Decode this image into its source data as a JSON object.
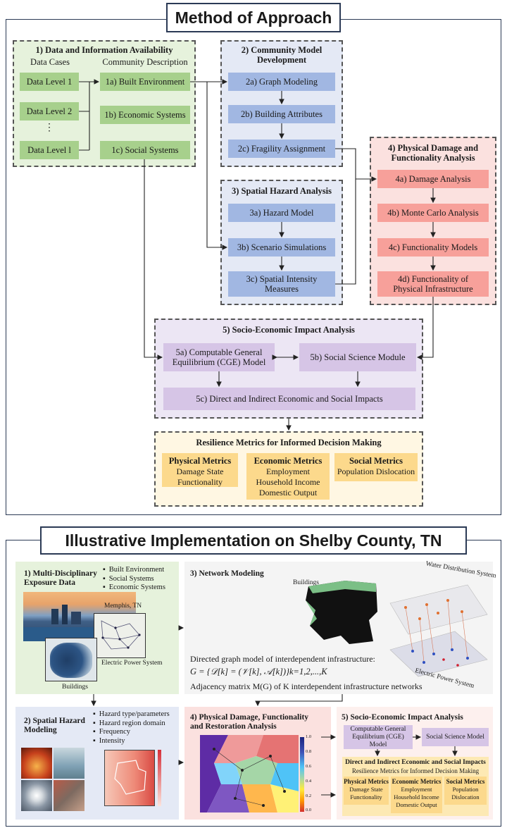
{
  "top": {
    "title": "Method of Approach",
    "sec1": {
      "title": "1) Data and Information Availability",
      "col1_header": "Data Cases",
      "col2_header": "Community Description",
      "levels": [
        "Data Level 1",
        "Data Level 2",
        "⋮",
        "Data Level l"
      ],
      "descriptions": [
        "1a) Built Environment",
        "1b) Economic Systems",
        "1c) Social Systems"
      ]
    },
    "sec2": {
      "title_line1": "2) Community Model",
      "title_line2": "Development",
      "steps": [
        "2a) Graph Modeling",
        "2b) Building Attributes",
        "2c) Fragility Assignment"
      ]
    },
    "sec3": {
      "title": "3) Spatial Hazard Analysis",
      "steps": [
        "3a) Hazard Model",
        "3b) Scenario Simulations"
      ],
      "step3_line1": "3c) Spatial Intensity",
      "step3_line2": "Measures"
    },
    "sec4": {
      "title_line1": "4) Physical Damage and",
      "title_line2": "Functionality Analysis",
      "steps": [
        "4a) Damage Analysis",
        "4b) Monte Carlo Analysis",
        "4c) Functionality Models"
      ],
      "step4_line1": "4d) Functionality of",
      "step4_line2": "Physical Infrastructure"
    },
    "sec5": {
      "title": "5) Socio-Economic Impact Analysis",
      "cge_line1": "5a) Computable General",
      "cge_line2": "Equilibrium (CGE) Model",
      "social": "5b) Social Science Module",
      "impacts": "5c) Direct and Indirect Economic and Social Impacts"
    },
    "metrics": {
      "title": "Resilience Metrics for Informed Decision Making",
      "physical": {
        "heading": "Physical Metrics",
        "items": [
          "Damage State",
          "Functionality"
        ]
      },
      "economic": {
        "heading": "Economic Metrics",
        "items": [
          "Employment",
          "Household Income",
          "Domestic Output"
        ]
      },
      "social": {
        "heading": "Social Metrics",
        "items": [
          "Population Dislocation"
        ]
      }
    }
  },
  "bottom": {
    "title": "Illustrative Implementation on Shelby County, TN",
    "p1": {
      "title_line1": "1) Multi-Disciplinary",
      "title_line2": "Exposure Data",
      "bullets": [
        "Built Environment",
        "Social Systems",
        "Economic Systems"
      ],
      "img_labels": [
        "Memphis, TN",
        "Electric Power System",
        "Buildings"
      ]
    },
    "p2": {
      "title_line1": "2) Spatial Hazard",
      "title_line2": "Modeling",
      "bullets": [
        "Hazard type/parameters",
        "Hazard region domain",
        "Frequency",
        "Intensity"
      ]
    },
    "p3": {
      "title": "3) Network Modeling",
      "buildings_label": "Buildings",
      "water_label": "Water Distribution System",
      "power_label": "Electric Power System",
      "text1": "Directed graph model of interdependent infrastructure:",
      "formula": "G = {𝒟[k] = (𝒱[k], 𝒜[k])}k=1,2,...,K",
      "text2": "Adjacency matrix M(G) of K interdependent infrastructure networks"
    },
    "p4": {
      "title_line1": "4) Physical Damage, Functionality",
      "title_line2": "and Restoration Analysis",
      "colorbar_ticks": [
        "1.0",
        "0.8",
        "0.6",
        "0.4",
        "0.2",
        "0.0"
      ]
    },
    "p5": {
      "title": "5) Socio-Economic Impact Analysis",
      "cge_line1": "Computable General",
      "cge_line2": "Equilibrium (CGE) Model",
      "social": "Social Science Model",
      "impacts_title": "Direct and Indirect Economic and Social Impacts",
      "impacts_sub": "Resilience Metrics for Informed Decision Making",
      "physical": {
        "heading": "Physical Metrics",
        "items": [
          "Damage State",
          "Functionality"
        ]
      },
      "economic": {
        "heading": "Economic Metrics",
        "items": [
          "Employment",
          "Household Income",
          "Domestic Output"
        ]
      },
      "social_m": {
        "heading": "Social Metrics",
        "items": [
          "Population",
          "Dislocation"
        ]
      }
    }
  }
}
